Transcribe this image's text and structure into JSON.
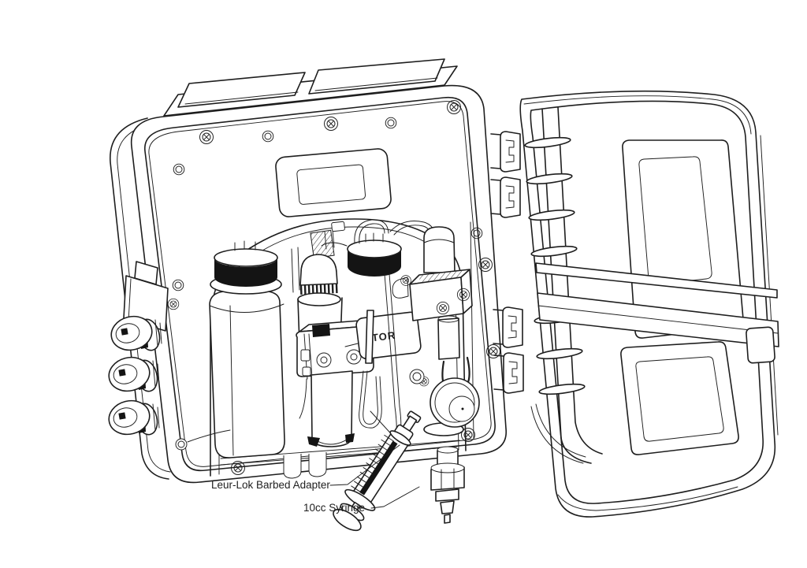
{
  "colors": {
    "background": "#ffffff",
    "ink": "#1e1e1e",
    "fill_dark": "#141414"
  },
  "callouts": {
    "adapter": {
      "text": "Leur-Lok Barbed Adapter"
    },
    "syringe": {
      "text": "10cc Syringe"
    }
  },
  "plate": {
    "text": "TOR"
  }
}
